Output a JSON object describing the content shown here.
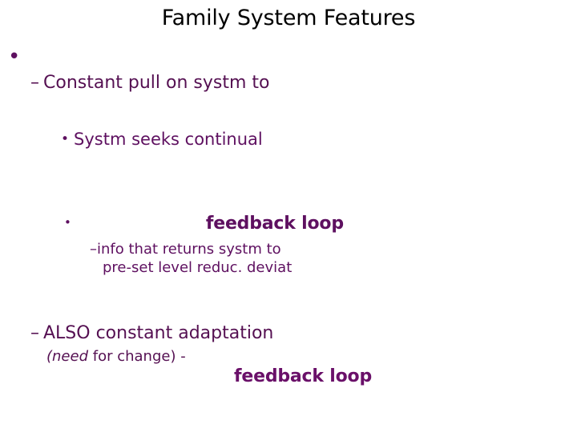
{
  "slide": {
    "title": "Family System Features",
    "title_color": "#000000",
    "body_color": "#5e1060",
    "accent_color": "#6a1069",
    "background": "#ffffff",
    "bullets": {
      "lone_bullet_glyph": "•",
      "level2_dash_glyph": "–",
      "level3_dot_glyph": "•",
      "level4_dot_glyph": "•"
    },
    "lines": {
      "constant_pull": "Constant pull on systm to",
      "systm_seeks": "Systm seeks continual",
      "feedback_loop_1": "feedback loop",
      "info_returns": "–info that returns systm to",
      "preset_level": "pre-set level reduc. deviat",
      "also_constant": "ALSO constant adaptation",
      "need_italic": "(need",
      "need_rest": " for change) -",
      "feedback_loop_2": "feedback loop"
    }
  }
}
